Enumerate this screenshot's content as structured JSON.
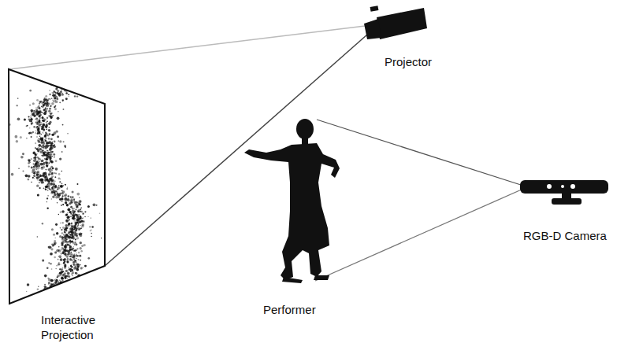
{
  "diagram": {
    "labels": [
      "Projector",
      "Performer",
      "RGB-D Camera",
      "Interactive Projection"
    ]
  }
}
